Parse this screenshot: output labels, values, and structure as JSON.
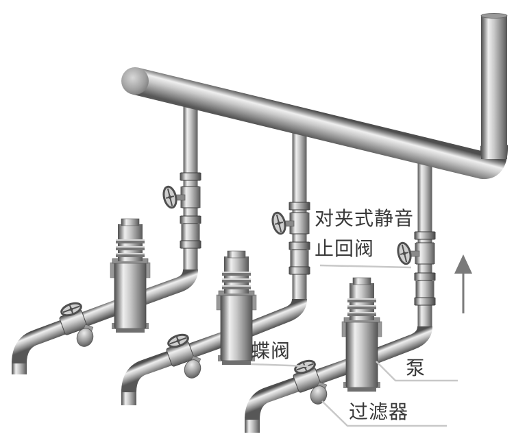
{
  "figure": {
    "kind": "isometric-piping-diagram",
    "equipment": [
      "header-manifold-pipe",
      "riser-pipe",
      "wafer-silent-check-valve",
      "riser-butterfly-valve",
      "inline-pump",
      "suction-butterfly-valve",
      "y-strainer",
      "suction-elbow-pipe",
      "flow-arrow"
    ]
  },
  "labels": {
    "check_valve": {
      "line1": "对夹式静音",
      "line2": "止回阀"
    },
    "butterfly_valve": "蝶阀",
    "pump": "泵",
    "strainer": "过滤器"
  },
  "flow_arrow": {
    "direction": "up"
  },
  "colors": {
    "background": "#ffffff",
    "text": "#383838",
    "leader_line": "#c8c8c8",
    "arrow": "#7a7a7a",
    "pipe_highlight": "#efefef",
    "pipe_mid": "#c9c9c9",
    "pipe_dark": "#4e4e4e"
  }
}
